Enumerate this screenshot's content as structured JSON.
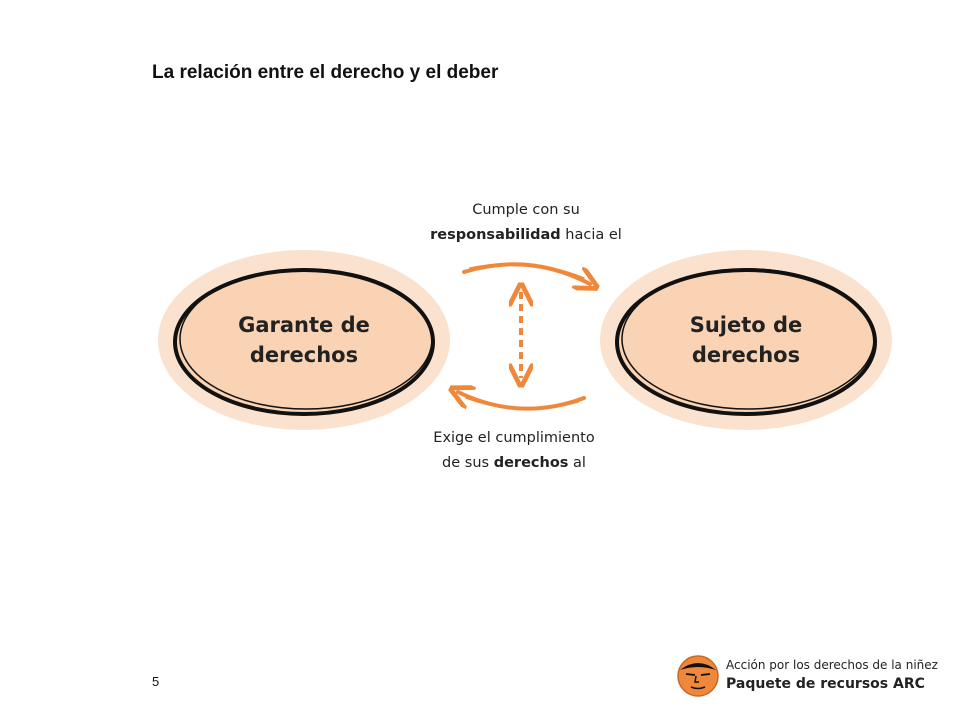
{
  "title": "La relación entre el derecho y el deber",
  "diagram": {
    "left_node": {
      "line1": "Garante de",
      "line2": "derechos"
    },
    "right_node": {
      "line1": "Sujeto de",
      "line2": "derechos"
    },
    "top_caption": {
      "line1": "Cumple con su",
      "line2_bold": "responsabilidad",
      "line2_rest": " hacia el"
    },
    "bottom_caption": {
      "line1": "Exige el cumplimiento",
      "line2_pre": "de sus ",
      "line2_bold": "derechos",
      "line2_rest": " al"
    },
    "colors": {
      "oval_fill": "#f9d3b4",
      "blob": "#fbe2cf",
      "arrow": "#f0883c",
      "outline": "#111111"
    }
  },
  "footer": {
    "page_number": "5",
    "line1": "Acción por los derechos de la niñez",
    "line2": "Paquete de recursos ARC",
    "logo_icon": "arc-face-logo-icon"
  }
}
